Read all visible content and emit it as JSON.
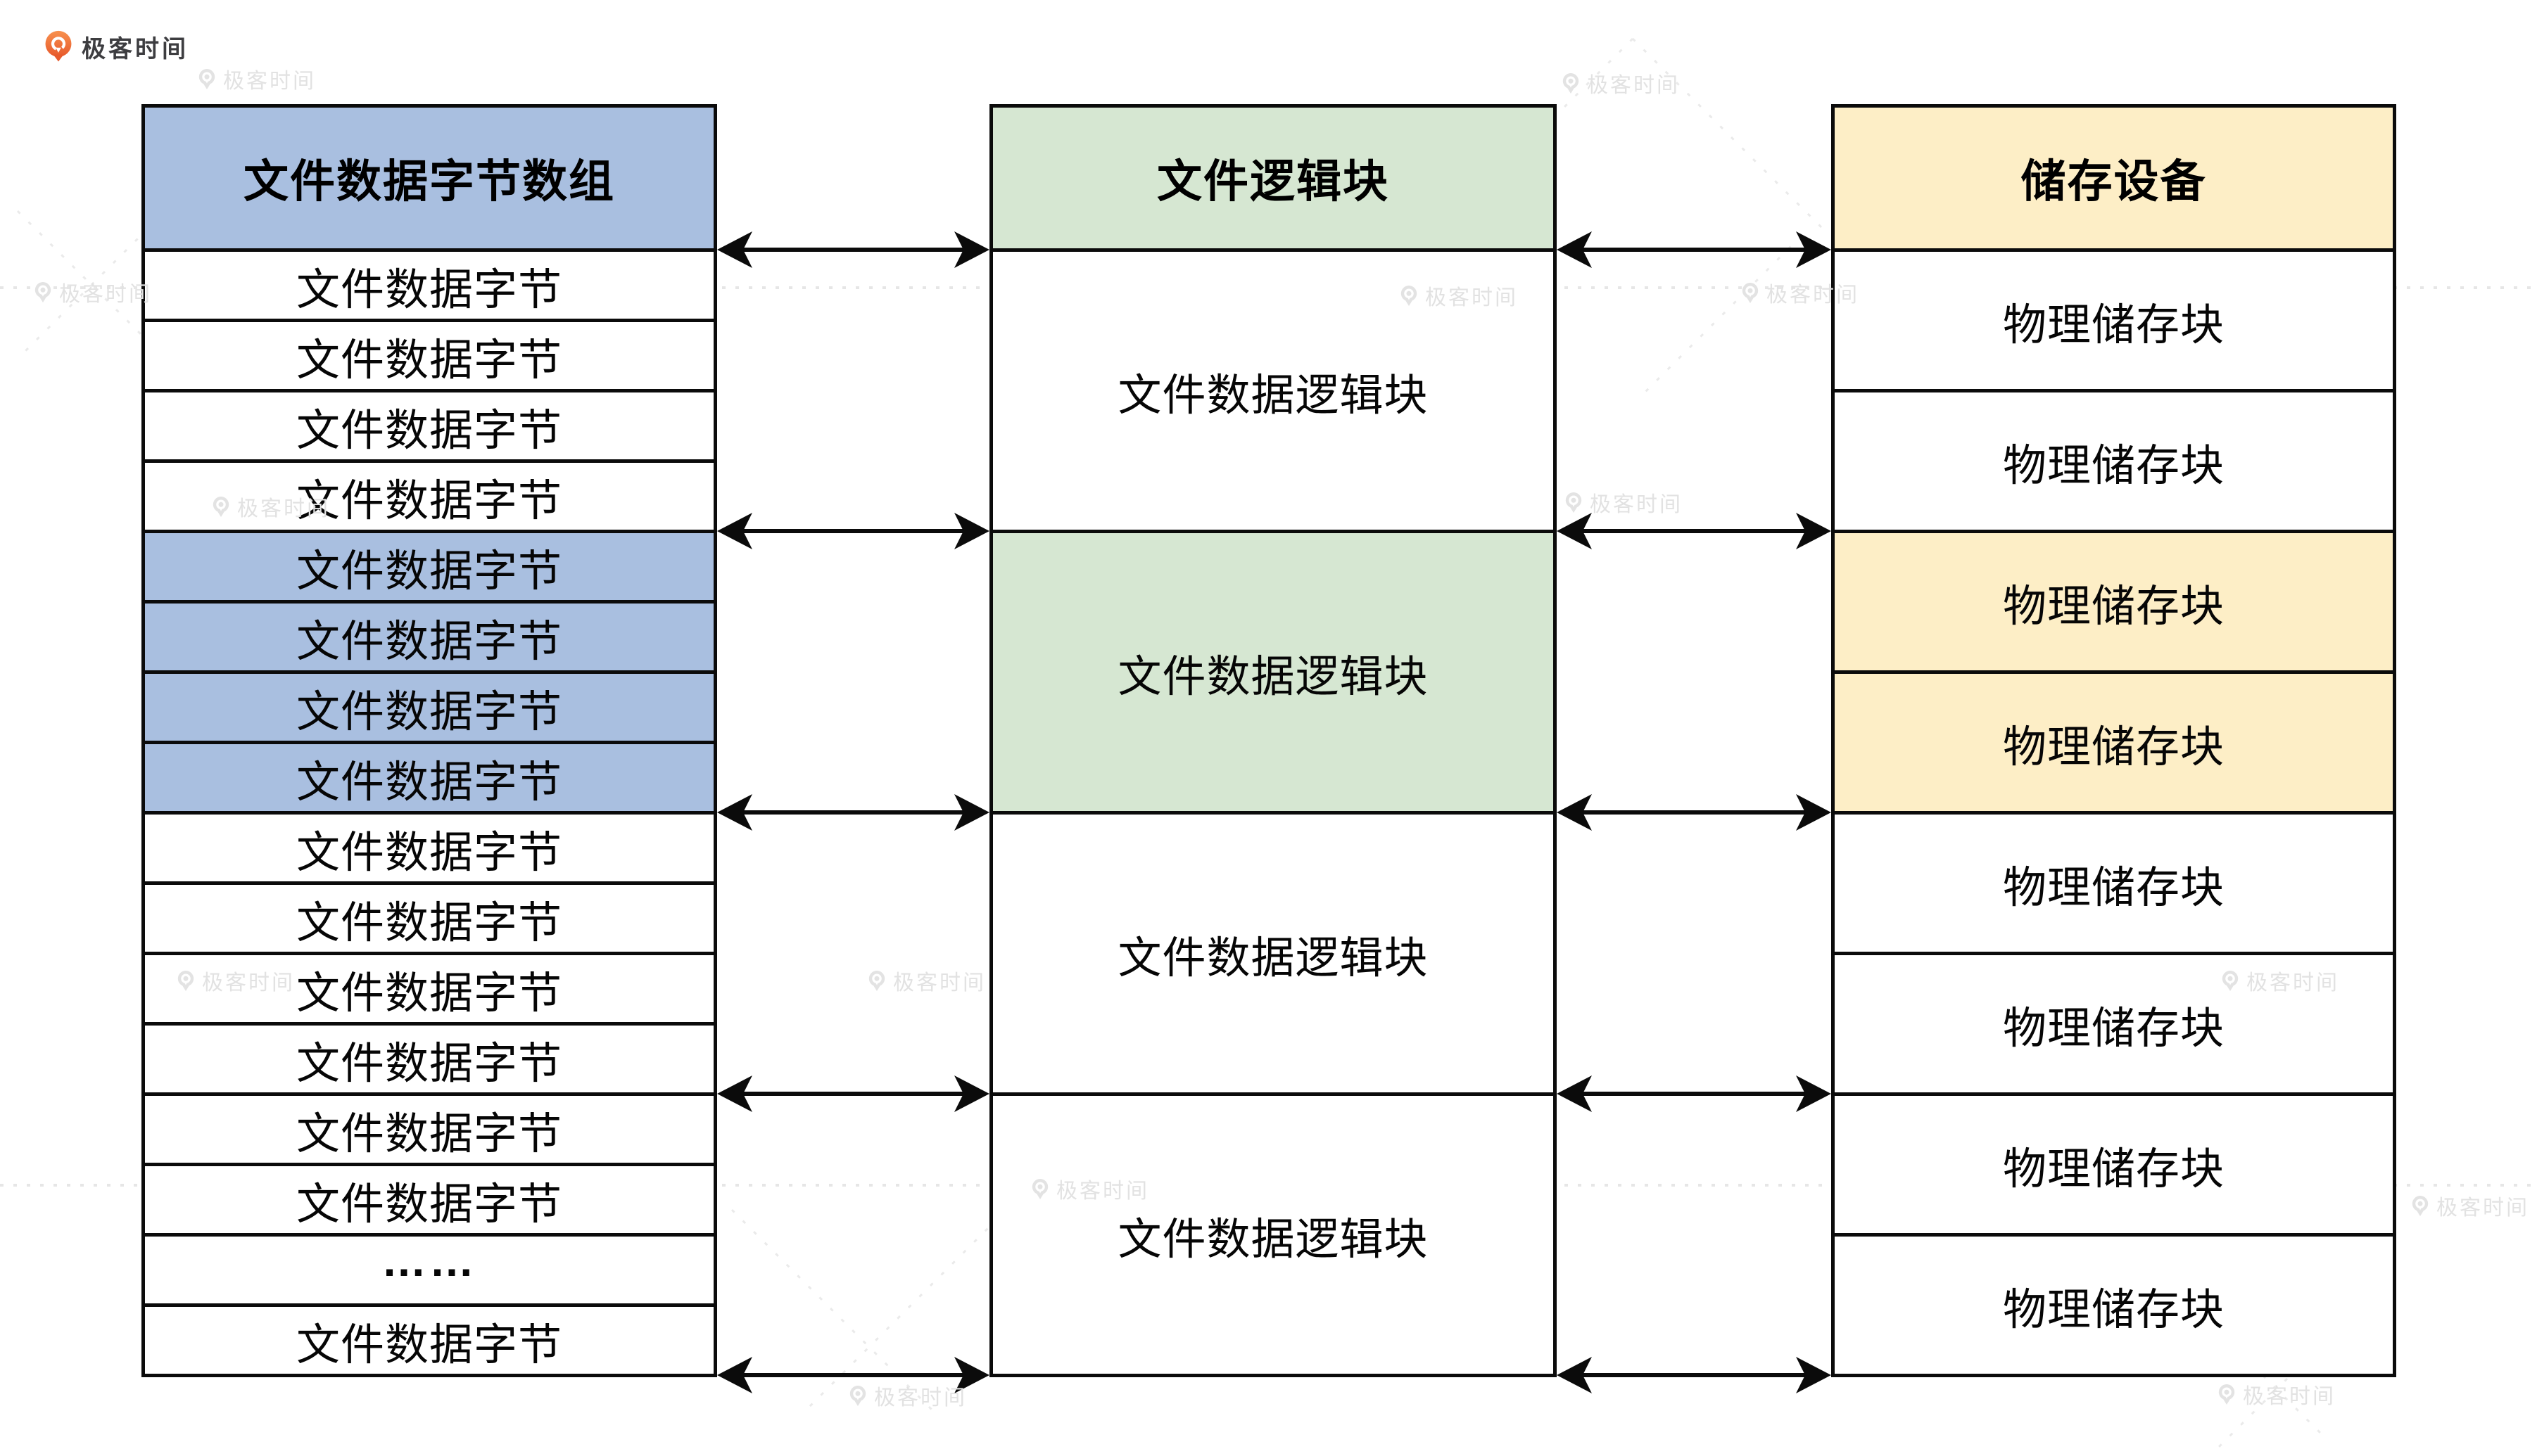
{
  "page": {
    "background": "#ffffff"
  },
  "brand": {
    "name": "极客时间",
    "icon": "geektime-logo-icon",
    "accent_orange": "#ed6133",
    "text_color": "#3d3d40"
  },
  "watermark": {
    "label": "极客时间",
    "icon": "geektime-q-watermark-icon",
    "color": "#e2e2e2"
  },
  "diagram": {
    "border_color": "#0b0b0b",
    "columns": [
      {
        "id": "file-byte-array",
        "header": "文件数据字节数组",
        "accent": "#a9bfe0",
        "cells": [
          {
            "label": "文件数据字节",
            "highlighted": false
          },
          {
            "label": "文件数据字节",
            "highlighted": false
          },
          {
            "label": "文件数据字节",
            "highlighted": false
          },
          {
            "label": "文件数据字节",
            "highlighted": false
          },
          {
            "label": "文件数据字节",
            "highlighted": true
          },
          {
            "label": "文件数据字节",
            "highlighted": true
          },
          {
            "label": "文件数据字节",
            "highlighted": true
          },
          {
            "label": "文件数据字节",
            "highlighted": true
          },
          {
            "label": "文件数据字节",
            "highlighted": false
          },
          {
            "label": "文件数据字节",
            "highlighted": false
          },
          {
            "label": "文件数据字节",
            "highlighted": false
          },
          {
            "label": "文件数据字节",
            "highlighted": false
          },
          {
            "label": "文件数据字节",
            "highlighted": false
          },
          {
            "label": "文件数据字节",
            "highlighted": false
          },
          {
            "label": "……",
            "highlighted": false
          },
          {
            "label": "文件数据字节",
            "highlighted": false
          }
        ]
      },
      {
        "id": "file-logical-blocks",
        "header": "文件逻辑块",
        "accent": "#d6e7d2",
        "cells": [
          {
            "label": "文件数据逻辑块",
            "highlighted": false
          },
          {
            "label": "文件数据逻辑块",
            "highlighted": true
          },
          {
            "label": "文件数据逻辑块",
            "highlighted": false
          },
          {
            "label": "文件数据逻辑块",
            "highlighted": false
          }
        ]
      },
      {
        "id": "physical-storage-device",
        "header": "储存设备",
        "accent": "#fdeec6",
        "cells": [
          {
            "label": "物理储存块",
            "highlighted": false
          },
          {
            "label": "物理储存块",
            "highlighted": false
          },
          {
            "label": "物理储存块",
            "highlighted": true
          },
          {
            "label": "物理储存块",
            "highlighted": true
          },
          {
            "label": "物理储存块",
            "highlighted": false
          },
          {
            "label": "物理储存块",
            "highlighted": false
          },
          {
            "label": "物理储存块",
            "highlighted": false
          },
          {
            "label": "物理储存块",
            "highlighted": false
          }
        ]
      }
    ]
  }
}
